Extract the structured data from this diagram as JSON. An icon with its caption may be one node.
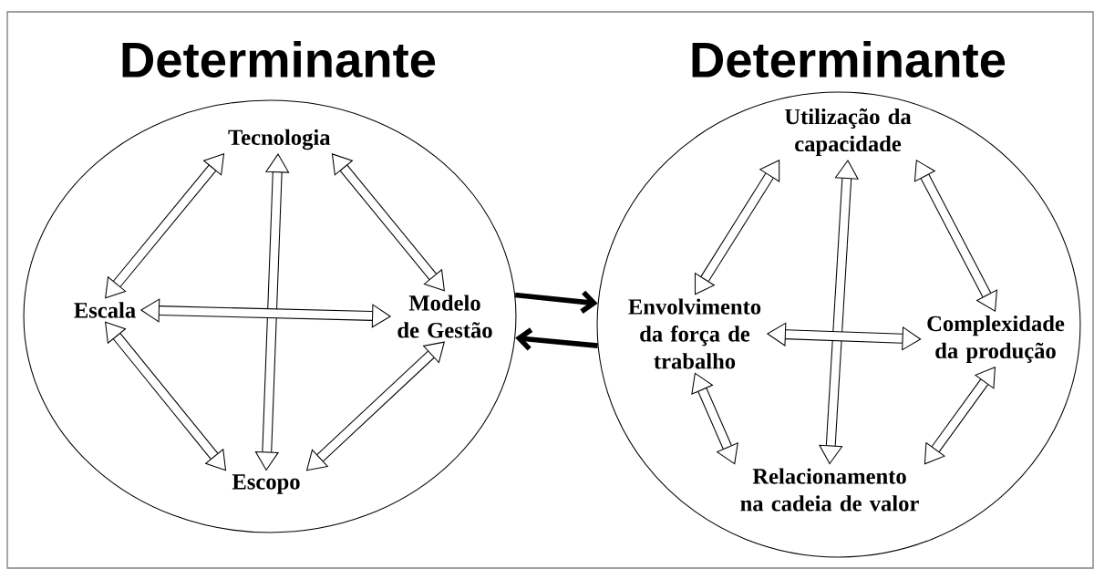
{
  "diagram": {
    "nodes": [
      {
        "text": [
          "Determinante"
        ]
      },
      {
        "text": [
          "Tecnologia"
        ],
        "in": 0
      },
      {
        "text": [
          "Escala"
        ],
        "in": 0
      },
      {
        "text": [
          "Modelo de Gestão"
        ],
        "in": 0
      },
      {
        "text": [
          "Escopo"
        ],
        "in": 0
      },
      {
        "text": [
          "Determinante"
        ]
      },
      {
        "text": [
          "Utilização da capacidade"
        ],
        "in": 5
      },
      {
        "text": [
          "Envolvimento da força de trabalho"
        ],
        "in": 5
      },
      {
        "text": [
          "Complexidade da produção"
        ],
        "in": 5
      },
      {
        "text": [
          "Relacionamento na cadeia de valor"
        ],
        "in": 5
      }
    ],
    "edges": [
      {
        "from": 1,
        "to": 2,
        "arrow": "both"
      },
      {
        "from": 1,
        "to": 3,
        "arrow": "both"
      },
      {
        "from": 2,
        "to": 4,
        "arrow": "both"
      },
      {
        "from": 4,
        "to": 3,
        "arrow": "both"
      },
      {
        "from": 1,
        "to": 4,
        "arrow": "both"
      },
      {
        "from": 2,
        "to": 3,
        "arrow": "both"
      },
      {
        "from": 6,
        "to": 7,
        "arrow": "both"
      },
      {
        "from": 6,
        "to": 8,
        "arrow": "both"
      },
      {
        "from": 7,
        "to": 9,
        "arrow": "both"
      },
      {
        "from": 9,
        "to": 8,
        "arrow": "both"
      },
      {
        "from": 6,
        "to": 9,
        "arrow": "both"
      },
      {
        "from": 7,
        "to": 8,
        "arrow": "both"
      },
      {
        "from": 0,
        "to": 5,
        "arrow": "to"
      },
      {
        "from": 5,
        "to": 0,
        "arrow": "to"
      }
    ]
  }
}
